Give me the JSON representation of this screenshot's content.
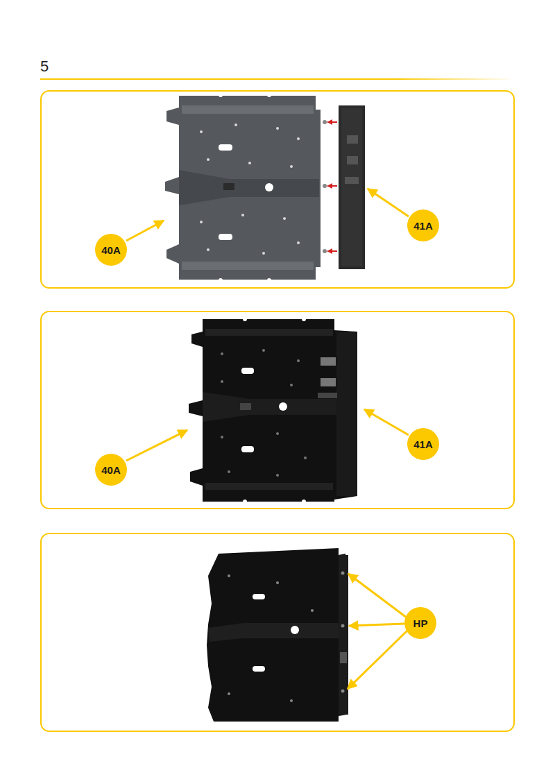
{
  "diagram": {
    "title": "5",
    "nodes": [
      {
        "text": [
          "41A"
        ]
      },
      {
        "text": [
          "40A"
        ]
      },
      {
        "text": [
          "41A"
        ]
      },
      {
        "text": [
          "40A"
        ]
      },
      {
        "text": [
          "HP"
        ]
      }
    ]
  }
}
